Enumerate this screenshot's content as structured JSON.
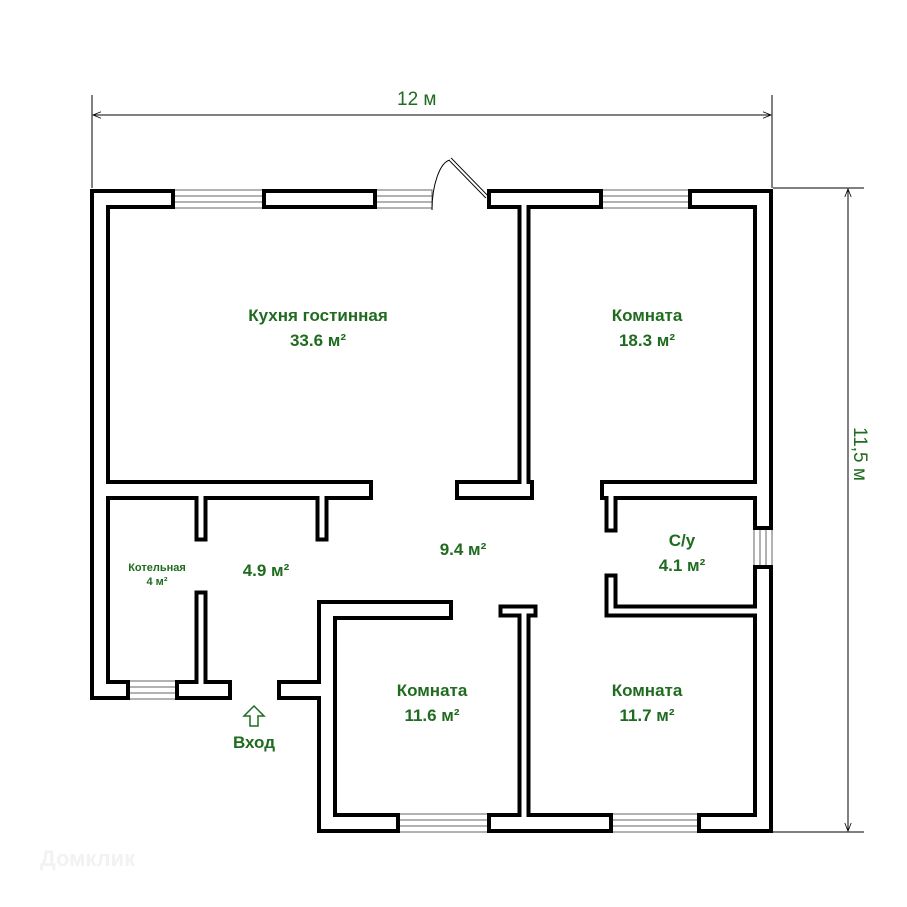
{
  "dimensions": {
    "width": "12 м",
    "height": "11,5 м"
  },
  "rooms": {
    "kitchen": {
      "name": "Кухня гостинная",
      "area": "33.6 м²"
    },
    "room_top_right": {
      "name": "Комната",
      "area": "18.3 м²"
    },
    "hall": {
      "area": "9.4 м²"
    },
    "vestibule": {
      "area": "4.9 м²"
    },
    "boiler": {
      "name": "Котельная",
      "area": "4 м²"
    },
    "bathroom": {
      "name": "С/у",
      "area": "4.1 м²"
    },
    "room_bottom_mid": {
      "name": "Комната",
      "area": "11.6 м²"
    },
    "room_bottom_right": {
      "name": "Комната",
      "area": "11.7 м²"
    }
  },
  "entrance": {
    "label": "Вход"
  },
  "watermark": "Домклик",
  "colors": {
    "label": "#1f6b1f",
    "wall": "#000000"
  }
}
